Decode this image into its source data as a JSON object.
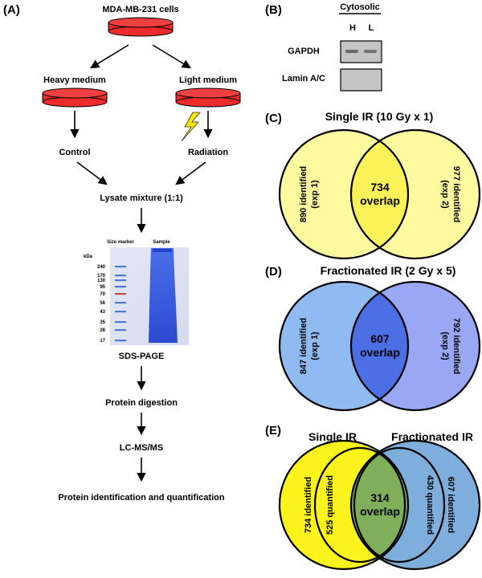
{
  "panel_a": {
    "label": "(A)",
    "source": "MDA-MB-231 cells",
    "heavy": "Heavy medium",
    "light": "Light medium",
    "control": "Control",
    "radiation": "Radiation",
    "mixture": "Lysate mixture (1:1)",
    "gel": {
      "marker_header": "Size marker",
      "sample_header": "Sample",
      "unit": "kDa",
      "ladder": [
        "240",
        "170",
        "130",
        "95",
        "70",
        "56",
        "43",
        "35",
        "28",
        "17"
      ],
      "caption": "SDS-PAGE"
    },
    "steps": [
      "Protein digestion",
      "LC-MS/MS",
      "Protein identification and quantification"
    ]
  },
  "panel_b": {
    "label": "(B)",
    "header": "Cytosolic",
    "lanes": [
      "H",
      "L"
    ],
    "rows": [
      "GAPDH",
      "Lamin A/C"
    ]
  },
  "panel_c": {
    "label": "(C)",
    "title": "Single IR (10 Gy x 1)",
    "left_count": "890  identified",
    "left_exp": "(exp 1)",
    "overlap_count": "734",
    "overlap_word": "overlap",
    "right_count": "977 identified",
    "right_exp": "(exp 2)"
  },
  "panel_d": {
    "label": "(D)",
    "title": "Fractionated IR (2 Gy x 5)",
    "left_count": "847  identified",
    "left_exp": "(exp 1)",
    "overlap_count": "607",
    "overlap_word": "overlap",
    "right_count": "792 identified",
    "right_exp": "(exp 2)"
  },
  "panel_e": {
    "label": "(E)",
    "left_title": "Single IR",
    "right_title": "Fractionated IR",
    "left_outer": "734 identified",
    "left_inner": "525 quantified",
    "overlap_count": "314",
    "overlap_word": "overlap",
    "right_inner": "430 quantified",
    "right_outer": "607 identified"
  },
  "colors": {
    "dish_red": "#ee2b2b",
    "bolt_yellow": "#f5e300",
    "venn_c_fill": "#fdfaa0",
    "venn_c_overlap": "#fbf25a",
    "venn_d_left": "#8fbaf2",
    "venn_d_right": "#99a7f4",
    "venn_d_overlap": "#4d6fe6",
    "venn_e_left": "#fcf21c",
    "venn_e_right": "#7eaedc",
    "venn_e_overlap": "#7faf5a",
    "gel_blue": "#2e4fd6"
  }
}
